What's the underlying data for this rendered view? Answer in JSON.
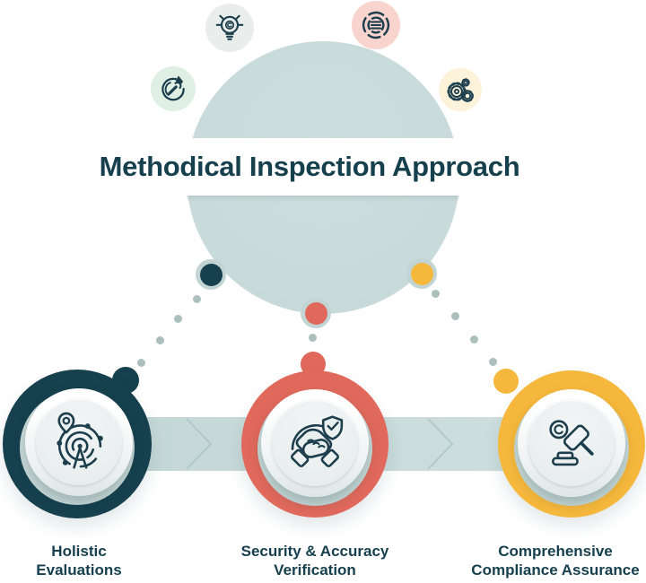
{
  "title": "Methodical Inspection Approach",
  "steps": [
    {
      "label": "Holistic\nEvaluations",
      "color": "#16404e",
      "icon": "radar-scan-icon"
    },
    {
      "label": "Security & Accuracy\nVerification",
      "color": "#e0695c",
      "icon": "handshake-shield-check-icon"
    },
    {
      "label": "Comprehensive\nCompliance Assurance",
      "color": "#f6b83c",
      "icon": "gavel-copyright-icon"
    }
  ],
  "satellites": [
    {
      "icon": "lightbulb-copyright-icon",
      "bg": "#e9edec"
    },
    {
      "icon": "segmented-donut-list-icon",
      "bg": "#f9d4cf"
    },
    {
      "icon": "cycle-wrench-icon",
      "bg": "#e0efe4"
    },
    {
      "icon": "gears-icon",
      "bg": "#fdf3da"
    }
  ],
  "colors": {
    "main_circle": "#c9dadb",
    "teal": "#16404e",
    "coral": "#e0695c",
    "yellow": "#f6b83c",
    "text": "#17404e",
    "connector_band": "#c7d8d8",
    "trail_dot": "#abc0bc",
    "icon_stroke": "#1d3f4d"
  }
}
